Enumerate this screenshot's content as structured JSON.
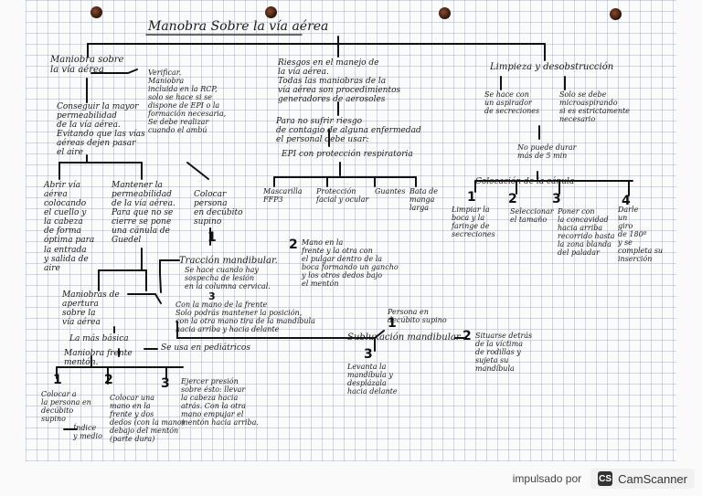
{
  "title": "Manobra Sobre la vía aérea",
  "left_branch": {
    "heading": "Maniobra sobre\nla vía aérea",
    "verify": "Verificar.\nManiobra\nincluida en la RCP,\nsolo se hace si se\ndispone de EPI o la\nformación necesaria,\nSe debe realizar\ncuando el ambú",
    "goal": "Conseguir la mayor\npermeabilidad\nde la vía aérea.\nEvitando que las vías\naéreas dejen pasar\nel aire",
    "open": "Abrir vía\naérea\ncolocando\nel cuello y\nla cabeza\nde forma\nóptima para\nla entrada\ny salida de\naire",
    "maintain": "Mantener la\npermeabilidad\nde la vía aérea.\nPara que no se\ncierre se pone\nuna cánula de\nGuedel",
    "place": "Colocar\npersona\nen decúbito\nsupino",
    "maneuvers": "Maniobras de\napertura\nsobre la\nvía aérea",
    "basic": "La más básica",
    "maneuver_front": "Maniobra frente\nmentón.",
    "used_in": "Se usa en pediátricos",
    "step1": "Colocar a\nla persona en\ndecúbito\nsupino",
    "step2": "Colocar una\nmano en la\nfrente y dos\ndedos (con la mano)\ndebajo del mentón\n(parte dura)",
    "step3": "Ejercer presión\nsobre ésto: llevar\nla cabeza hacia\natrás. Con la otra\nmano empujar el\nmentón hacia arriba.",
    "index_middle": "Índice\ny medio",
    "traction_heading": "Tracción mandibular.",
    "traction_desc": "Se hace cuando hay\nsospecha de lesión\nen la columna cervical.",
    "traction_step2": "Mano en la\nfrente y la otra con\nel pulgar dentro de la\nboca formando un gancho\ny los otros dedos bajo\nel mentón",
    "traction_step3": "Con la mano de la frente\nSolo podrás mantener la posición,\ncon la otra mano tira de la mandíbula\nhacia arriba y hacia delante",
    "subluxation": "Subluxación mandibular",
    "supine_person": "Persona en\ndecúbito supino",
    "sub_step2": "Situarse detrás\nde la víctima\nde rodillas y\nsujeta su\nmandíbula",
    "sub_step3": "Levanta la\nmandíbula y\ndesplázala\nhacia delante"
  },
  "middle_branch": {
    "risks": "Riesgos en el manejo de\nla vía aérea.\nTodas las maniobras de la\nvía aérea son procedimientos\ngeneradores de aerosoles",
    "risk_desc": "Para no sufrir riesgo\nde contagio de alguna enfermedad\nel personal debe usar:",
    "epi": "EPI con protección respiratoria",
    "items": [
      "Mascarilla\nFFP3",
      "Protección\nfacial y ocular",
      "Guantes",
      "Bata de\nmanga\nlarga"
    ]
  },
  "right_branch": {
    "heading": "Limpieza y desobstrucción",
    "aspirator": "Se hace con\nun aspirador\nde secreciones",
    "suction": "Solo se debe\nmicroaspirando\nsi es estrictamente\nnecesario",
    "time": "No puede durar\nmás de 5 min",
    "cannula": "Colocación de la cánula",
    "steps": [
      "Limpiar la\nboca y la\nfaringe de\nsecreciones",
      "Seleccionar\nel tamaño",
      "Poner con\nla concavidad\nhacia arriba\nrecorrido hasta\nla zona blanda\ndel paladar",
      "Darle\nun\ngiro\nde 180º\ny se\ncompleta su\ninserción"
    ]
  },
  "footer": {
    "label": "impulsado por",
    "brand": "CamScanner",
    "logo_letters": "CS"
  }
}
